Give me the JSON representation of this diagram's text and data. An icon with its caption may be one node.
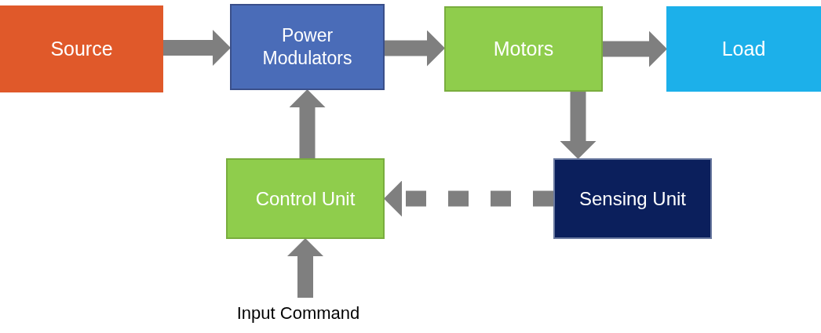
{
  "diagram": {
    "nodes": [
      {
        "text": [
          "Source"
        ]
      },
      {
        "text": [
          "Power Modulators"
        ]
      },
      {
        "text": [
          "Motors"
        ]
      },
      {
        "text": [
          "Load"
        ]
      },
      {
        "text": [
          "Control Unit"
        ]
      },
      {
        "text": [
          "Sensing Unit"
        ]
      },
      {
        "text": [
          "Input Command"
        ]
      }
    ],
    "edges": [
      {
        "from": 0,
        "to": 1,
        "arrow": "to"
      },
      {
        "from": 1,
        "to": 2,
        "arrow": "to"
      },
      {
        "from": 2,
        "to": 3,
        "arrow": "to"
      },
      {
        "from": 2,
        "to": 5,
        "arrow": "to"
      },
      {
        "from": 5,
        "to": 4,
        "arrow": "to",
        "style": "dashed"
      },
      {
        "from": 4,
        "to": 1,
        "arrow": "to"
      },
      {
        "from": 6,
        "to": 4,
        "arrow": "to"
      }
    ]
  }
}
